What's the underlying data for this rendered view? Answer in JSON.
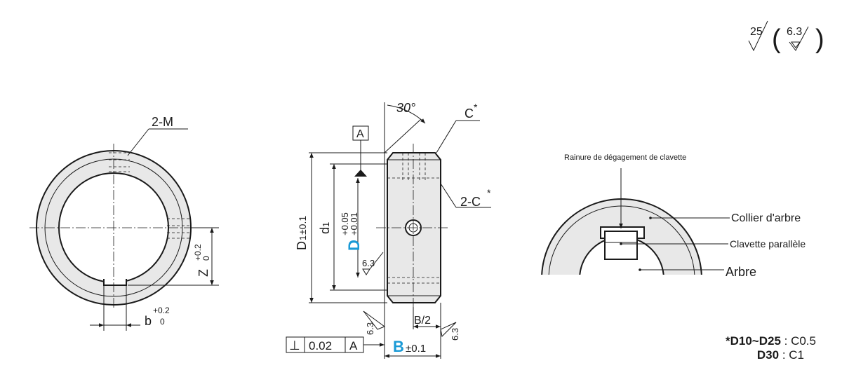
{
  "roughness": {
    "main": "25",
    "secondary": "6.3"
  },
  "left_view": {
    "thread_label": "2-M",
    "z_label": "Z",
    "z_tol_upper": "+0.2",
    "z_tol_lower": "0",
    "b_label": "b",
    "b_tol_upper": "+0.2",
    "b_tol_lower": "0"
  },
  "center_view": {
    "angle_label": "30°",
    "chamfer_top": "C",
    "chamfer_top_mark": "*",
    "chamfer_side": "2-C",
    "chamfer_side_mark": "*",
    "datum": "A",
    "d1_label": "D",
    "d1_sub": "1",
    "d1_tol": "±0.1",
    "bore_label": "d",
    "bore_sub": "1",
    "D_label": "D",
    "D_tol_upper": "+0.05",
    "D_tol_lower": "+0.01",
    "roughness_inner": "6.3",
    "roughness_face_left": "6.3",
    "roughness_face_right": "6.3",
    "half_b": "B/2",
    "B_label": "B",
    "B_tol": "±0.1",
    "perp_symbol": "⊥",
    "perp_value": "0.02",
    "perp_datum": "A"
  },
  "right_view": {
    "title": "Rainure de dégagement de clavette",
    "collar_label": "Collier d'arbre",
    "key_label": "Clavette parallèle",
    "shaft_label": "Arbre"
  },
  "notes": {
    "line1_bold": "*D10~D25",
    "line1_rest": " : C0.5",
    "line2_bold": "D30",
    "line2_rest": " : C1"
  }
}
